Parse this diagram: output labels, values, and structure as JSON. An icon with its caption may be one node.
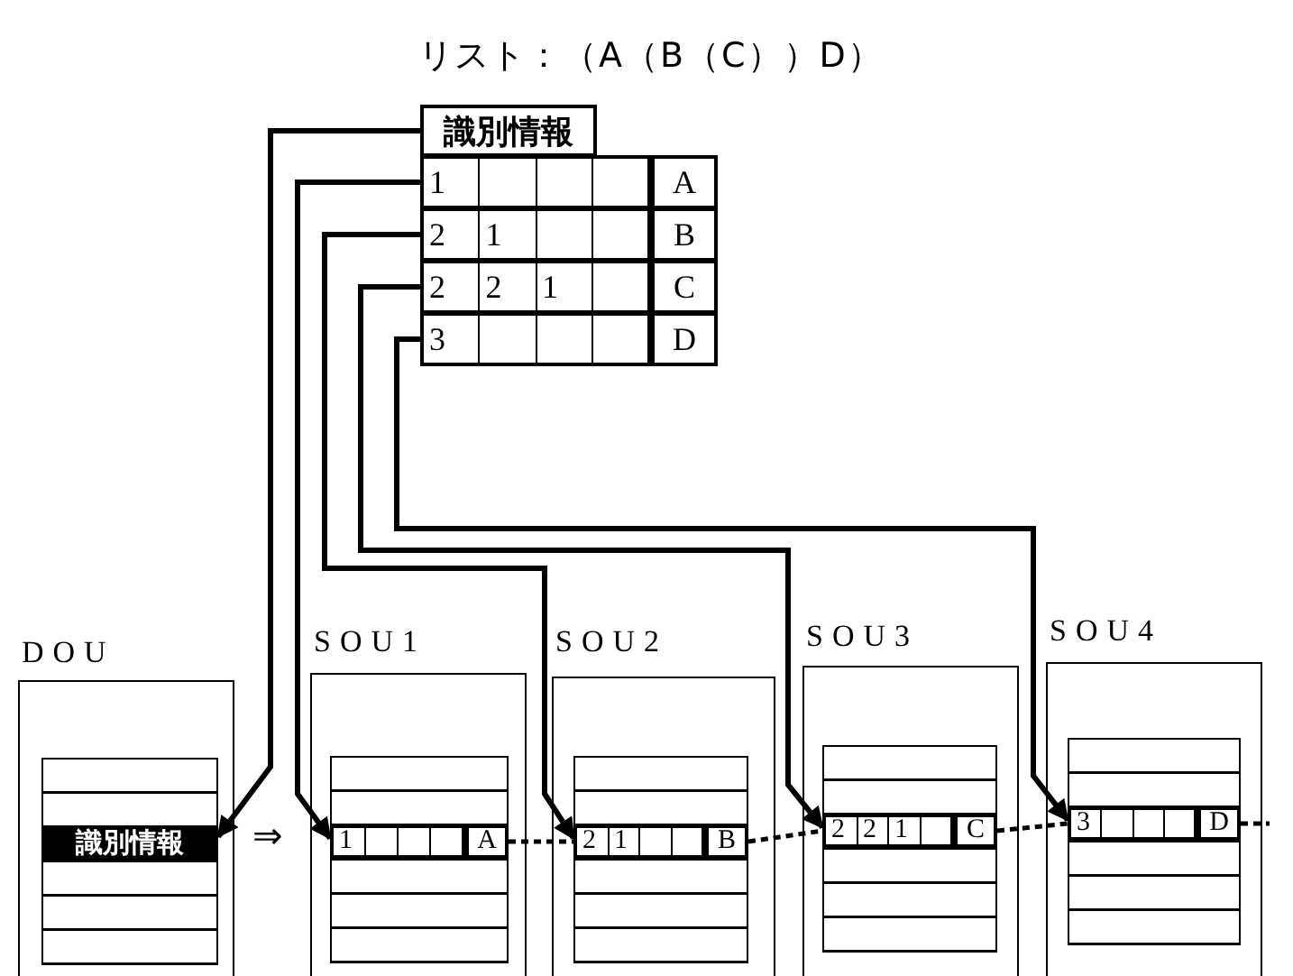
{
  "diagram": {
    "title": "リスト：（A（B（C））D）",
    "nodes": [
      {
        "text": [
          "識別情報"
        ]
      },
      {
        "text": [
          "1",
          "A"
        ]
      },
      {
        "text": [
          "2",
          "1",
          "B"
        ]
      },
      {
        "text": [
          "2",
          "2",
          "1",
          "C"
        ]
      },
      {
        "text": [
          "3",
          "D"
        ]
      },
      {
        "text": [
          "DOU"
        ]
      },
      {
        "text": [
          "識別情報"
        ],
        "in": 5
      },
      {
        "text": [
          "SOU1"
        ]
      },
      {
        "text": [
          "1",
          "A"
        ],
        "in": 7
      },
      {
        "text": [
          "SOU2"
        ]
      },
      {
        "text": [
          "2",
          "1",
          "B"
        ],
        "in": 9
      },
      {
        "text": [
          "SOU3"
        ]
      },
      {
        "text": [
          "2",
          "2",
          "1",
          "C"
        ],
        "in": 11
      },
      {
        "text": [
          "SOU4"
        ]
      },
      {
        "text": [
          "3",
          "D"
        ],
        "in": 13
      }
    ],
    "edges": [
      {
        "from": 0,
        "to": 6,
        "arrow": "to"
      },
      {
        "from": 1,
        "to": 8,
        "arrow": "to"
      },
      {
        "from": 2,
        "to": 10,
        "arrow": "to"
      },
      {
        "from": 3,
        "to": 12,
        "arrow": "to"
      },
      {
        "from": 4,
        "to": 14,
        "arrow": "to"
      },
      {
        "from": 8,
        "to": 10,
        "arrow": "none",
        "style": "dashed"
      },
      {
        "from": 10,
        "to": 12,
        "arrow": "none",
        "style": "dashed"
      },
      {
        "from": 12,
        "to": 14,
        "arrow": "none",
        "style": "dashed"
      },
      {
        "from": 14,
        "to": null,
        "arrow": "none",
        "style": "dashed"
      }
    ],
    "labels": [
      "⇒"
    ]
  }
}
